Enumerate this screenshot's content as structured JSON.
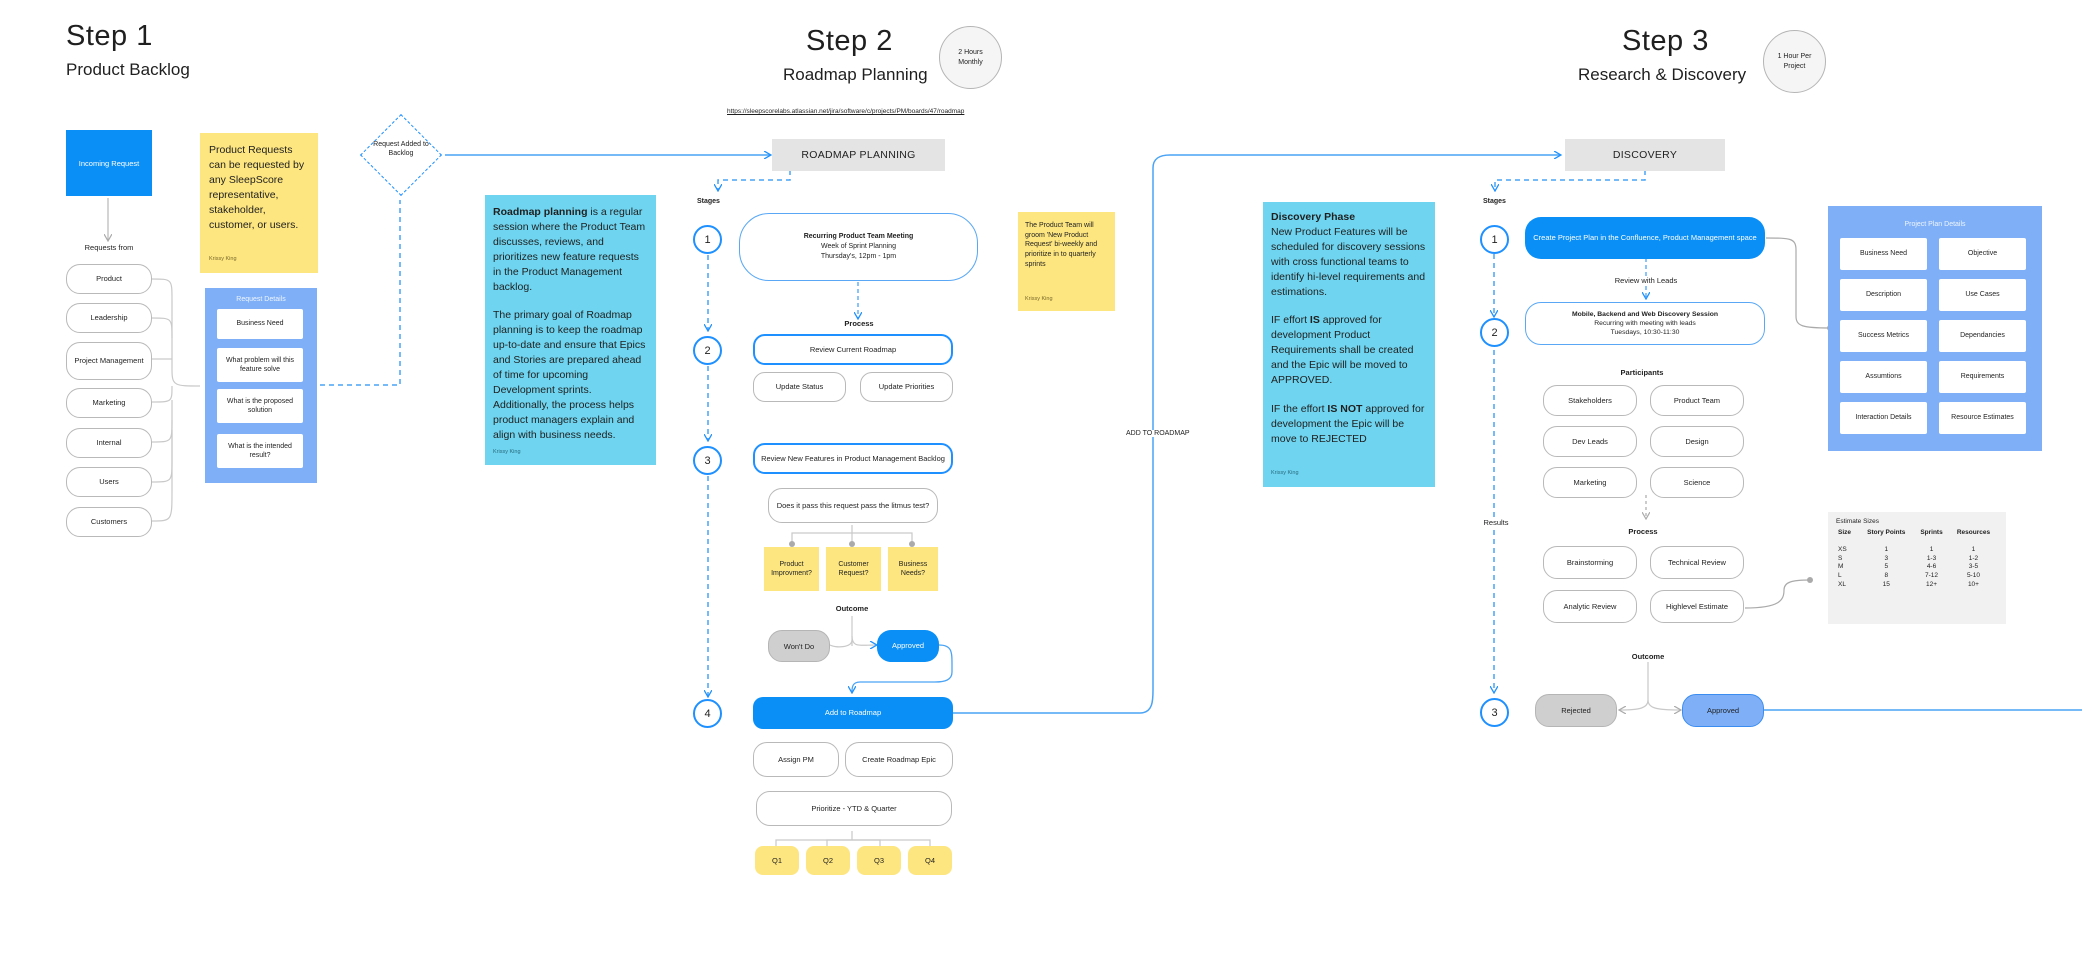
{
  "step1": {
    "title": "Step 1",
    "subtitle": "Product Backlog",
    "incoming_request": "Incoming Request",
    "requests_from_label": "Requests from",
    "requesters": [
      "Product",
      "Leadership",
      "Project Management",
      "Marketing",
      "Internal",
      "Users",
      "Customers"
    ],
    "note": {
      "text": "Product Requests can be requested by any SleepScore representative, stakeholder, customer, or users.",
      "author": "Krissy King"
    },
    "request_details": {
      "title": "Request Details",
      "items": [
        "Business Need",
        "What problem will this feature solve",
        "What is the proposed solution",
        "What is the intended result?"
      ]
    },
    "diamond_label": "Request Added to Backlog"
  },
  "step2": {
    "title": "Step 2",
    "subtitle": "Roadmap Planning",
    "badge": "2 Hours Monthly",
    "url": "https://sleepscorelabs.atlassian.net/jira/software/c/projects/PM/boards/47/roadmap",
    "header_box": "ROADMAP PLANNING",
    "stages_label": "Stages",
    "stage_numbers": [
      "1",
      "2",
      "3",
      "4"
    ],
    "meeting": {
      "title": "Recurring Product Team Meeting",
      "line1": "Week of Sprint Planning",
      "line2": "Thursday's, 12pm - 1pm"
    },
    "process_label": "Process",
    "review_roadmap": "Review Current Roadmap",
    "update_status": "Update Status",
    "update_priorities": "Update Priorities",
    "review_new_features": "Review New Features in Product Management Backlog",
    "litmus_question": "Does it pass this request pass the litmus test?",
    "litmus_criteria": [
      "Product Improvment?",
      "Customer Request?",
      "Business Needs?"
    ],
    "outcome_label": "Outcome",
    "wont_do": "Won't Do",
    "approved": "Approved",
    "add_to_roadmap": "Add to Roadmap",
    "assign_pm": "Assign PM",
    "create_epic": "Create Roadmap Epic",
    "prioritize": "Prioritize - YTD & Quarter",
    "quarters": [
      "Q1",
      "Q2",
      "Q3",
      "Q4"
    ],
    "description": {
      "bold_lead": "Roadmap planning",
      "para1_rest": " is a regular session where the Product Team discusses, reviews, and prioritizes new feature requests in the Product Management backlog.",
      "para2": "The primary goal of Roadmap planning is to keep the roadmap up-to-date and ensure that Epics and Stories are prepared ahead of time for upcoming Development sprints. Additionally, the process helps product managers explain and align with business needs.",
      "author": "Krissy King"
    },
    "side_note": {
      "text": "The Product Team will groom 'New Product Request' bi-weekly and prioritize in to quarterly sprints",
      "author": "Krissy King"
    },
    "connector_label": "ADD TO ROADMAP"
  },
  "step3": {
    "title": "Step 3",
    "subtitle": "Research & Discovery",
    "badge": "1 Hour Per Project",
    "header_box": "DISCOVERY",
    "stages_label": "Stages",
    "stage_numbers": [
      "1",
      "2",
      "3"
    ],
    "create_plan": "Create Project Plan in the Confluence, Product Management space",
    "review_with_leads": "Review with Leads",
    "session": {
      "title": "Mobile, Backend and Web Discovery Session",
      "line1": "Recurring with meeting with leads",
      "line2": "Tuesdays, 10:30-11:30"
    },
    "participants_label": "Participants",
    "participants": [
      "Stakeholders",
      "Product Team",
      "Dev Leads",
      "Design",
      "Marketing",
      "Science"
    ],
    "process_label": "Process",
    "process_items": [
      "Brainstorming",
      "Technical Review",
      "Analytic Review",
      "Highlevel Estimate"
    ],
    "results_label": "Results",
    "outcome_label": "Outcome",
    "rejected": "Rejected",
    "approved": "Approved",
    "description": {
      "heading": "Discovery Phase",
      "para1": "New Product Features will be scheduled for discovery sessions with cross functional teams to identify hi-level requirements and estimations.",
      "para2_a": "IF effort ",
      "para2_bold": "IS",
      "para2_b": " approved for development Product Requirements shall be created and the Epic will be moved to APPROVED.",
      "para3_a": "IF the effort ",
      "para3_bold": "IS NOT",
      "para3_b": " approved for development the Epic will be move to REJECTED",
      "author": "Krissy King"
    },
    "plan_details": {
      "title": "Project Plan Details",
      "items": [
        "Business Need",
        "Objective",
        "Description",
        "Use Cases",
        "Success Metrics",
        "Dependancies",
        "Assumtions",
        "Requirements",
        "Interaction Details",
        "Resource Estimates"
      ]
    },
    "estimates": {
      "title": "Estimate Sizes",
      "headers": [
        "Size",
        "Story Points",
        "Sprints",
        "Resources"
      ],
      "rows": [
        [
          "XS",
          "1",
          "1",
          "1"
        ],
        [
          "S",
          "3",
          "1-3",
          "1-2"
        ],
        [
          "M",
          "5",
          "4-6",
          "3-5"
        ],
        [
          "L",
          "8",
          "7-12",
          "5-10"
        ],
        [
          "XL",
          "15",
          "12+",
          "10+"
        ]
      ]
    }
  },
  "colors": {
    "accent_blue": "#0a8ff7",
    "dash_blue": "#1e90ff",
    "sticky_yellow": "#fde680",
    "cyan_note": "#6fd4ef",
    "panel_blue": "#7fb0f7",
    "neutral_gray": "#e4e4e4"
  }
}
